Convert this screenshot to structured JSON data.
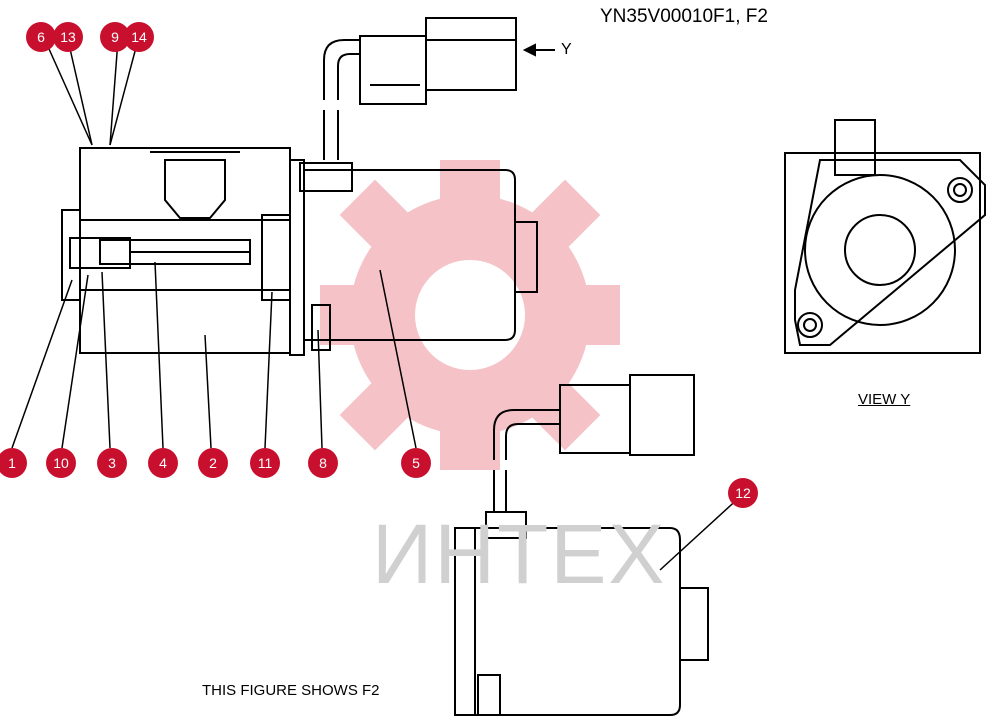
{
  "title": "YN35V00010F1, F2",
  "view_label": "VIEW  Y",
  "caption": "THIS FIGURE SHOWS  F2",
  "arrow_label": "Y",
  "watermark": "ИНТЕХ",
  "colors": {
    "callout": "#c8102e",
    "watermark": "#f2aab0",
    "line": "#000000"
  },
  "callouts": [
    {
      "id": "c6",
      "label": "6"
    },
    {
      "id": "c13",
      "label": "13"
    },
    {
      "id": "c9",
      "label": "9"
    },
    {
      "id": "c14",
      "label": "14"
    },
    {
      "id": "c1",
      "label": "1"
    },
    {
      "id": "c10",
      "label": "10"
    },
    {
      "id": "c3",
      "label": "3"
    },
    {
      "id": "c4",
      "label": "4"
    },
    {
      "id": "c2",
      "label": "2"
    },
    {
      "id": "c11",
      "label": "11"
    },
    {
      "id": "c8",
      "label": "8"
    },
    {
      "id": "c5",
      "label": "5"
    },
    {
      "id": "c12",
      "label": "12"
    }
  ]
}
